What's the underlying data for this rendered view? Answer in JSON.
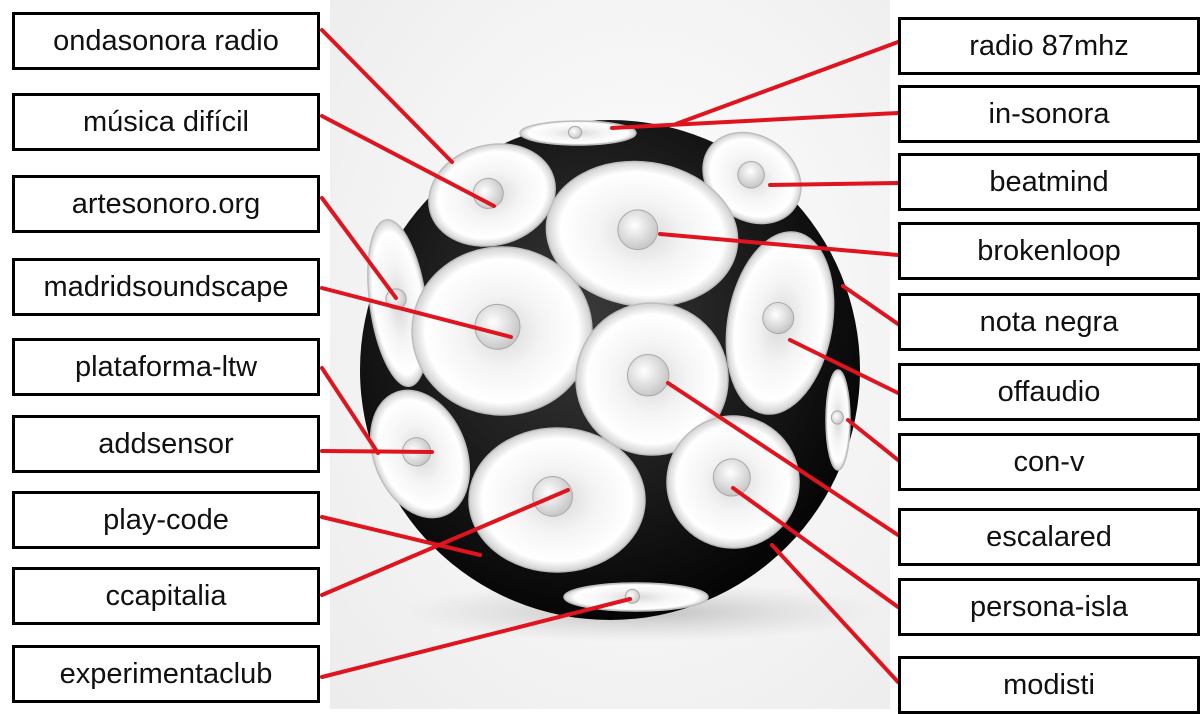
{
  "diagram": {
    "line_color": "#e0141e",
    "left_labels": [
      "ondasonora radio",
      "música difícil",
      "artesonoro.org",
      "madridsoundscape",
      "plataforma-ltw",
      "addsensor",
      "play-code",
      "ccapitalia",
      "experimentaclub"
    ],
    "right_labels": [
      "radio 87mhz",
      "in-sonora",
      "beatmind",
      "brokenloop",
      "nota negra",
      "offaudio",
      "con-v",
      "escalared",
      "persona-isla",
      "modisti"
    ]
  }
}
